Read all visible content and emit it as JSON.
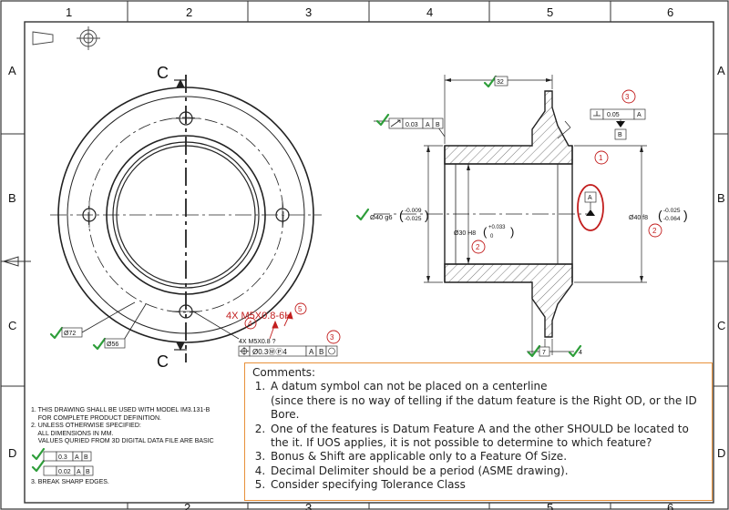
{
  "border": {
    "columns": [
      "1",
      "2",
      "3",
      "4",
      "5",
      "6"
    ],
    "rows": [
      "A",
      "B",
      "C",
      "D"
    ]
  },
  "front_view": {
    "section_label": "C",
    "dim_outer": "Ø72",
    "dim_pcd": "Ø56",
    "thread_callout": "4X M5X0.8-6H",
    "thread_callout_small": "4X M5X0.8 ?",
    "position_control": "Ø0.3ⓂⓅ4",
    "position_datums": [
      "A",
      "B"
    ],
    "balloon_thread": "5",
    "balloon_four": "4",
    "balloon_three": "3"
  },
  "section_view": {
    "dim_32": "32",
    "dim_7": "7",
    "dim_4": "4",
    "runout": {
      "value": "0.03",
      "datums": [
        "A",
        "B"
      ]
    },
    "perpendicular": {
      "value": "0.05",
      "datum": "A"
    },
    "datum_b": "B",
    "datum_a": "A",
    "od_left": {
      "nominal": "Ø40  g6",
      "upper": "-0.009",
      "lower": "-0.025"
    },
    "bore": {
      "nominal": "Ø30  H8",
      "upper": "+0.033",
      "lower": "0"
    },
    "od_right": {
      "nominal": "Ø40  f8",
      "upper": "-0.025",
      "lower": "-0.064"
    },
    "balloons": [
      "1",
      "2",
      "2",
      "3"
    ]
  },
  "notes": [
    "1. THIS DRAWING SHALL BE USED WITH MODEL IM3.131-B",
    "    FOR COMPLETE PRODUCT DEFINITION.",
    "2. UNLESS OTHERWISE SPECIFIED:",
    "    ALL DIMENSIONS IN MM.",
    "    VALUES QURIED FROM 3D DIGITAL DATA FILE ARE BASIC",
    "3. BREAK SHARP EDGES."
  ],
  "general_tol": [
    {
      "value": "0.3",
      "datums": [
        "A",
        "B"
      ]
    },
    {
      "value": "0.02",
      "datums": [
        "A",
        "B"
      ]
    }
  ],
  "comments": {
    "title": "Comments:",
    "items": [
      "A datum symbol can not be placed on a centerline",
      "(since there is no way of telling if the datum feature is the Right OD, or the ID Bore.",
      "One of the features is Datum Feature A and the other SHOULD be located to the it. If UOS applies, it is not possible to determine to which feature?",
      "Bonus & Shift are applicable only to a Feature Of Size.",
      "Decimal Delimiter should be a period (ASME drawing).",
      "Consider specifying Tolerance Class"
    ]
  },
  "colors": {
    "check": "#2e9e3a",
    "markup": "#c21e1e",
    "comment_border": "#e8913a"
  }
}
